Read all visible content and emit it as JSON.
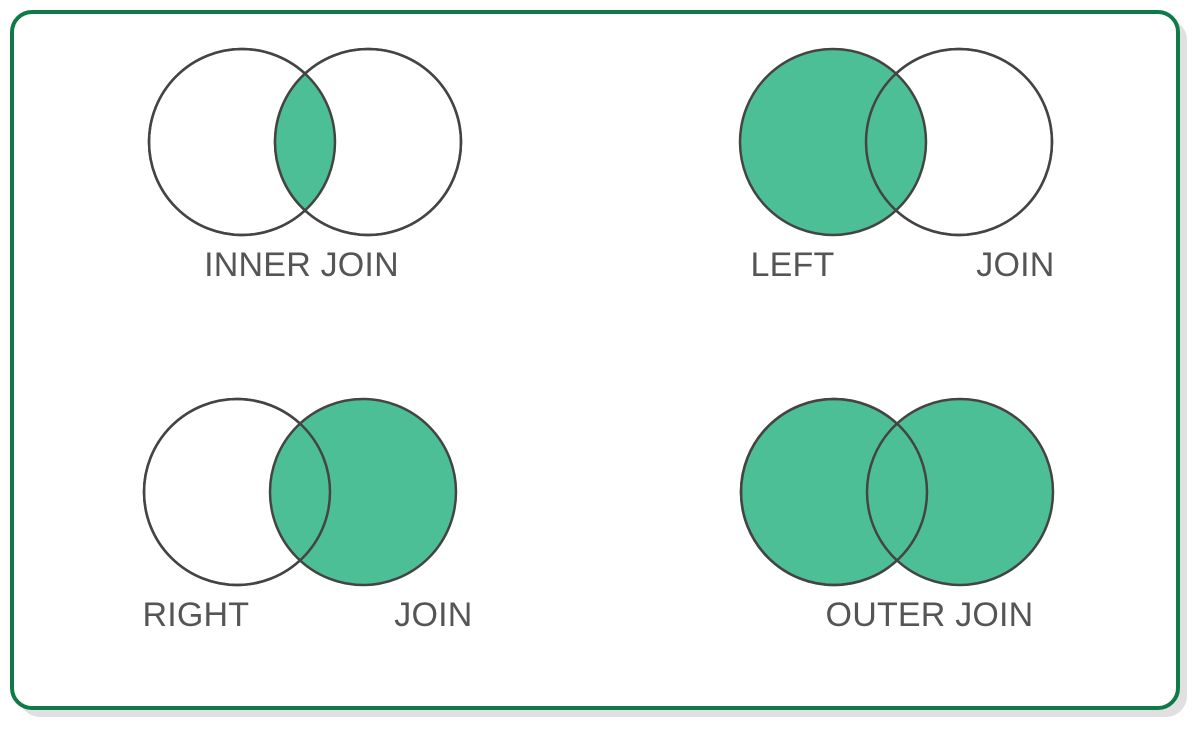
{
  "card": {
    "border_color": "#0E7A45",
    "shadow_color": "#e0e0e0",
    "background": "#ffffff"
  },
  "style": {
    "fill_green": "#4CBF96",
    "fill_white": "#ffffff",
    "stroke_color": "#444444",
    "label_color": "#555555"
  },
  "diagrams": [
    {
      "id": "inner-join",
      "label_mode": "centered",
      "label_full": "INNER JOIN",
      "label_left": "INNER",
      "label_right": "JOIN",
      "left_circle_filled": false,
      "right_circle_filled": false,
      "overlap_filled": true
    },
    {
      "id": "left-join",
      "label_mode": "split",
      "label_full": "LEFT JOIN",
      "label_left": "LEFT",
      "label_right": "JOIN",
      "left_circle_filled": true,
      "right_circle_filled": false,
      "overlap_filled": true
    },
    {
      "id": "right-join",
      "label_mode": "split",
      "label_full": "RIGHT JOIN",
      "label_left": "RIGHT",
      "label_right": "JOIN",
      "left_circle_filled": false,
      "right_circle_filled": true,
      "overlap_filled": true
    },
    {
      "id": "outer-join",
      "label_mode": "centered",
      "label_full": "OUTER JOIN",
      "label_left": "OUTER",
      "label_right": "JOIN",
      "left_circle_filled": true,
      "right_circle_filled": true,
      "overlap_filled": true
    }
  ]
}
